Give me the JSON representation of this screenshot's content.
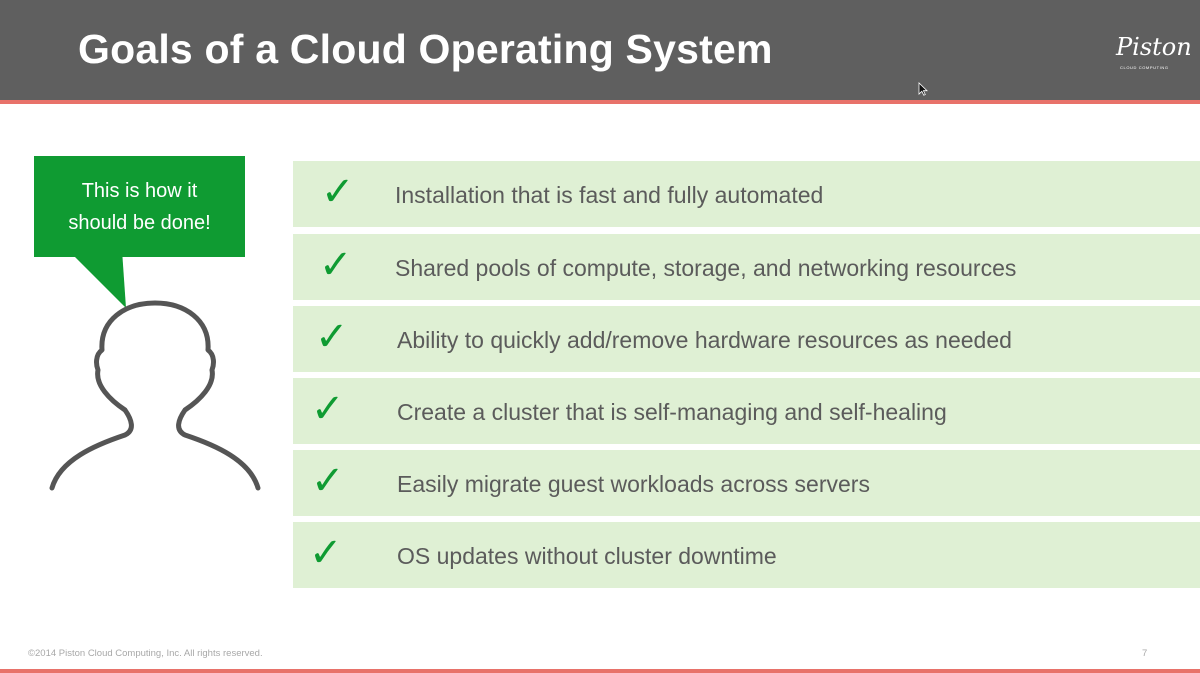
{
  "slide": {
    "title": "Goals of a Cloud Operating System",
    "logo": {
      "script": "Piston",
      "sub": "CLOUD COMPUTING"
    },
    "bubble_text": "This is how it\nshould be done!",
    "checkmark": "✓",
    "items": [
      {
        "label": "Installation that is fast and fully automated"
      },
      {
        "label": "Shared pools of compute, storage, and networking resources"
      },
      {
        "label": "Ability to quickly add/remove hardware resources as needed"
      },
      {
        "label": "Create a cluster that is self-managing and self-healing"
      },
      {
        "label": "Easily migrate guest workloads across servers"
      },
      {
        "label": "OS updates without cluster downtime"
      }
    ],
    "footer": {
      "copyright": "©2014 Piston Cloud Computing, Inc. All rights reserved.",
      "page_number": "7"
    }
  },
  "colors": {
    "header_bg": "#5f5f5f",
    "accent_rule": "#e8726a",
    "bubble_green": "#0f9b32",
    "item_bg": "#dff0d4",
    "item_text": "#5b5b5b",
    "person_stroke": "#555555"
  },
  "icons": {
    "check": "check-icon",
    "person": "person-outline-icon",
    "cursor": "mouse-pointer-icon",
    "logo": "piston-logo"
  }
}
